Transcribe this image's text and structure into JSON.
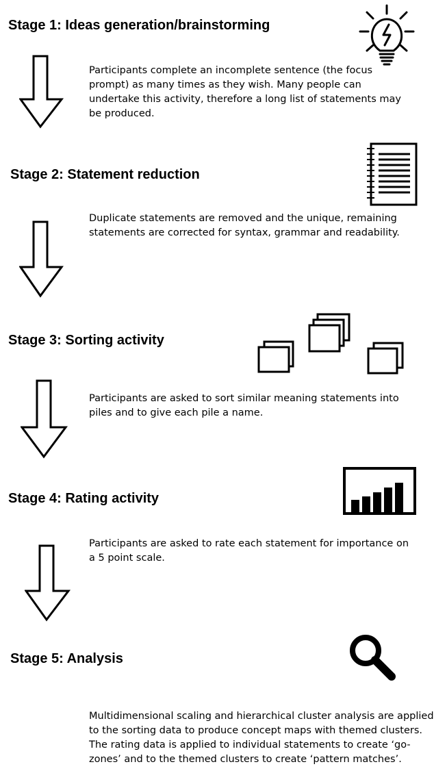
{
  "stages": [
    {
      "title": "Stage 1: Ideas generation/brainstorming",
      "description": "Participants complete an incomplete sentence (the focus prompt) as many times as they wish. Many people can undertake this activity, therefore a long list of statements may be produced.",
      "icon": "lightbulb-icon"
    },
    {
      "title": "Stage 2: Statement reduction",
      "description": "Duplicate statements are removed and the unique, remaining statements are corrected for syntax, grammar and readability.",
      "icon": "notebook-icon"
    },
    {
      "title": "Stage 3: Sorting activity",
      "description": "Participants are asked to sort similar meaning statements into piles and to give each pile a name.",
      "icon": "card-piles-icon"
    },
    {
      "title": "Stage 4: Rating activity",
      "description": "Participants are asked to rate each statement for importance on a 5 point scale.",
      "icon": "bar-chart-icon"
    },
    {
      "title": "Stage 5: Analysis",
      "description": "Multidimensional scaling and hierarchical cluster analysis are applied to the sorting data to produce concept maps with themed clusters. The rating data is applied to individual statements to create ‘go-zones’ and to the themed clusters to create ‘pattern matches’.",
      "icon": "magnifier-icon"
    }
  ]
}
